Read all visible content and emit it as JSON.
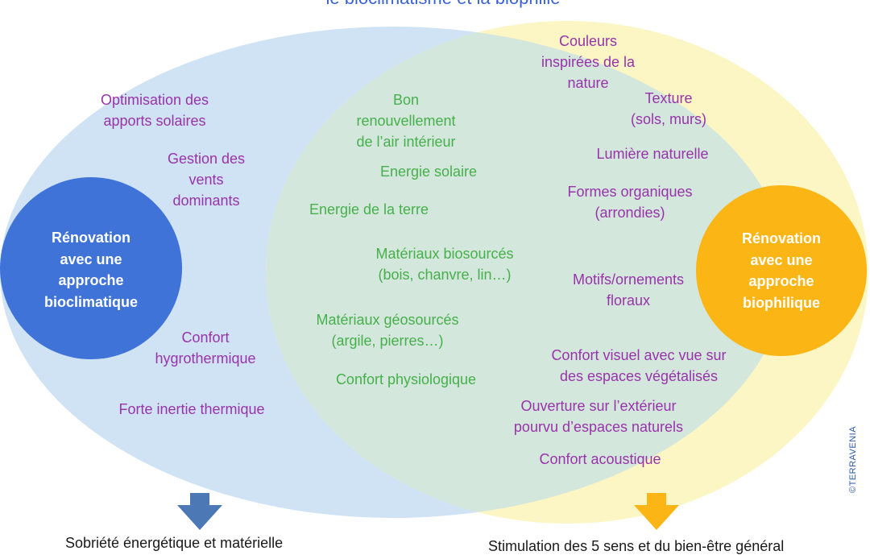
{
  "title": "le bioclimatisme et la biophilie",
  "colors": {
    "left_set": "#cfe3f5",
    "right_set": "#fbf6c4",
    "overlap": "#d3e7dd",
    "bioclimatic_circle": "#3f73d8",
    "biophilic_circle": "#fbb514",
    "label_text": "#9933aa",
    "shared_text": "#46b04a",
    "left_arrow": "#4c78b6",
    "right_arrow": "#fbb514"
  },
  "bioclimatic": {
    "label": "Rénovation\navec une\napproche\nbioclimatique",
    "items": [
      "Optimisation  des\napports solaires",
      "Gestion des\nvents\ndominants",
      "Confort\nhygrothermique",
      "Forte inertie thermique"
    ],
    "outcome": "Sobriété énergétique  et matérielle"
  },
  "shared": {
    "items": [
      "Bon\nrenouvellement\nde l’air intérieur",
      "Energie solaire",
      "Energie de la terre",
      "Matériaux biosourcés\n(bois, chanvre, lin…)",
      "Matériaux géosourcés\n(argile, pierres…)",
      "Confort physiologique"
    ]
  },
  "biophilic": {
    "label": "Rénovation\navec une\napproche\nbiophilique",
    "items": [
      "Couleurs\ninspirées de la\nnature",
      "Texture\n(sols, murs)",
      "Lumière naturelle",
      "Formes organiques\n(arrondies)",
      "Motifs/ornements\nfloraux",
      "Confort visuel avec vue sur\ndes espaces végétalisés",
      "Ouverture sur l’extérieur\npourvu d’espaces naturels",
      "Confort acoustique"
    ],
    "outcome": "Stimulation des 5 sens et du bien-être général"
  },
  "copyright": "©TERRAVENIA"
}
